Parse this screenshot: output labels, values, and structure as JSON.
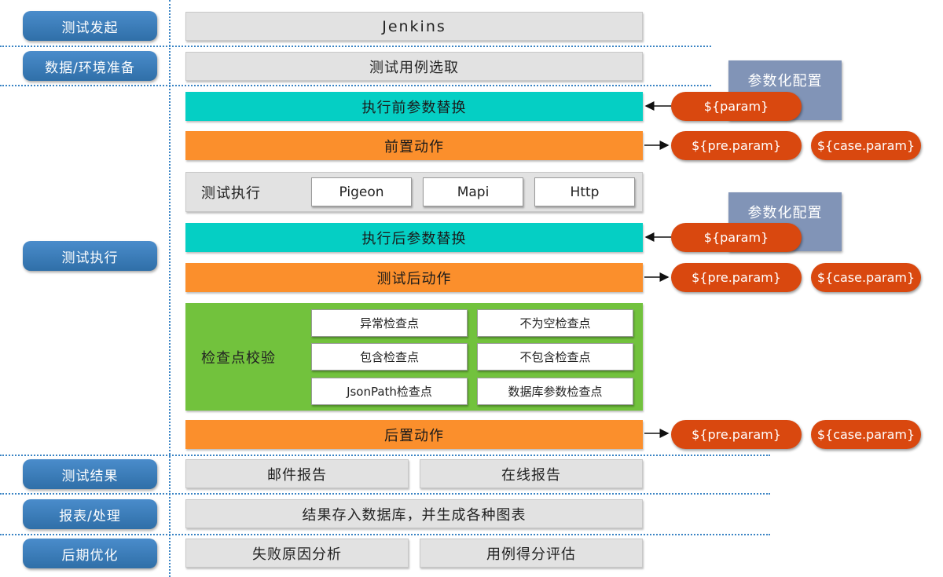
{
  "stages": {
    "initiate": "测试发起",
    "prepare": "数据/环境准备",
    "execute": "测试执行",
    "result": "测试结果",
    "report": "报表/处理",
    "optimize": "后期优化"
  },
  "rows": {
    "jenkins": "Jenkins",
    "case_select": "测试用例选取",
    "pre_replace": "执行前参数替换",
    "pre_action": "前置动作",
    "exec_label": "测试执行",
    "exec_items": [
      "Pigeon",
      "Mapi",
      "Http"
    ],
    "post_replace": "执行后参数替换",
    "post_action": "测试后动作",
    "check_label": "检查点校验",
    "checks": [
      "异常检查点",
      "不为空检查点",
      "包含检查点",
      "不包含检查点",
      "JsonPath检查点",
      "数据库参数检查点"
    ],
    "after_action": "后置动作",
    "mail_report": "邮件报告",
    "online_report": "在线报告",
    "store_db": "结果存入数据库，并生成各种图表",
    "fail_analysis": "失败原因分析",
    "case_score": "用例得分评估"
  },
  "side": {
    "config_1": "参数化配置",
    "config_2": "参数化配置",
    "param_1": "${param}",
    "param_2": "${param}",
    "pre_param_1": "${pre.param}",
    "case_param_1": "${case.param}",
    "pre_param_2": "${pre.param}",
    "case_param_2": "${case.param}",
    "pre_param_3": "${pre.param}",
    "case_param_3": "${case.param}"
  },
  "colors": {
    "stage": "#3378b5",
    "teal": "#05cfc4",
    "orange": "#fb8f2c",
    "green": "#72c23d",
    "pill": "#d9480f",
    "config": "#8194b7",
    "divider": "#3a84c4"
  }
}
